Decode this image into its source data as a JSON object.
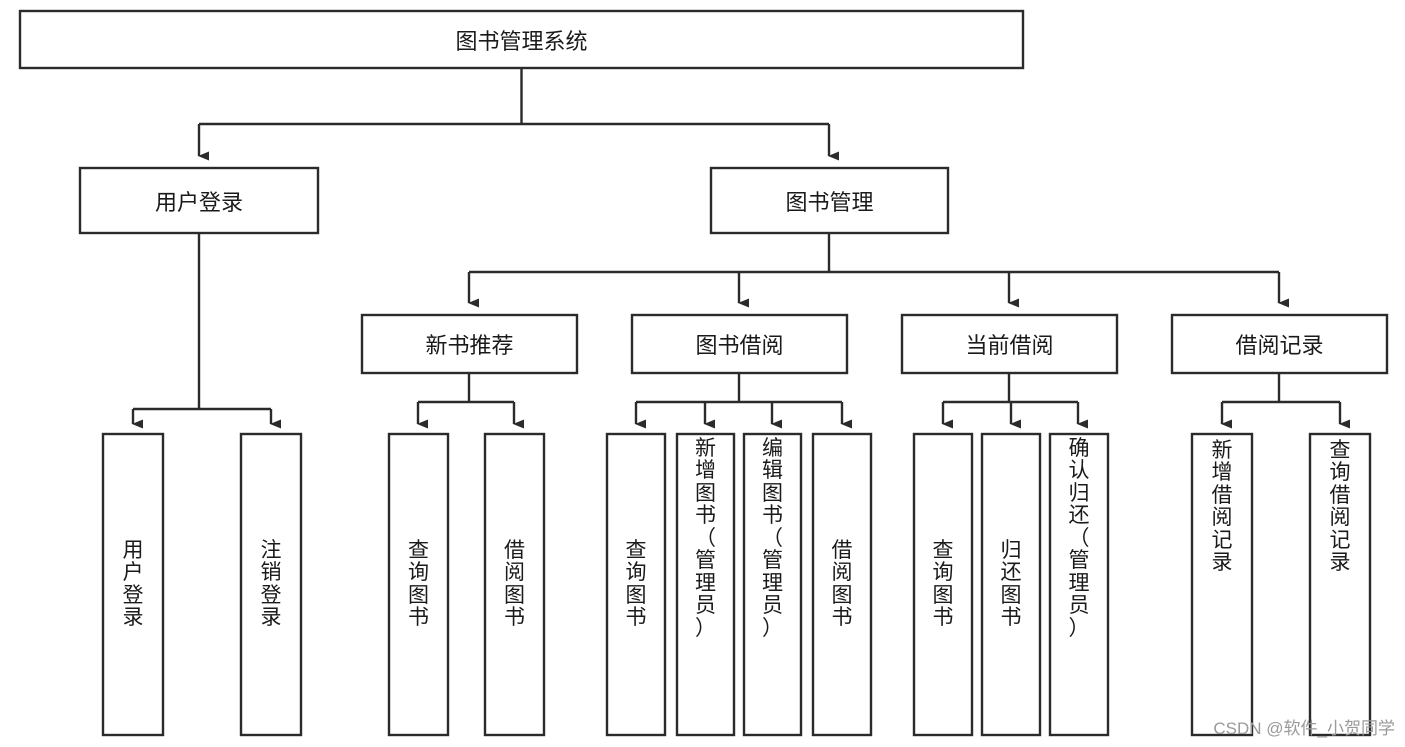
{
  "diagram": {
    "type": "tree-hierarchy-chart",
    "title": "图书管理系统",
    "colors": {
      "box_fill": "#ffffff",
      "box_stroke": "#2b2b2b",
      "line": "#2b2b2b",
      "text": "#1a1a1a",
      "watermark": "#9a9a9a",
      "background": "#ffffff"
    },
    "root": {
      "label": "图书管理系统"
    },
    "level2": [
      {
        "label": "用户登录"
      },
      {
        "label": "图书管理"
      }
    ],
    "level3": [
      {
        "label": "新书推荐"
      },
      {
        "label": "图书借阅"
      },
      {
        "label": "当前借阅"
      },
      {
        "label": "借阅记录"
      }
    ],
    "leaves": {
      "user_login": [
        {
          "label": "用户登录",
          "lines": [
            "用",
            "户",
            "登",
            "录"
          ]
        },
        {
          "label": "注销登录",
          "lines": [
            "注",
            "销",
            "登",
            "录"
          ]
        }
      ],
      "new_book_recommend": [
        {
          "label": "查询图书",
          "lines": [
            "查",
            "询",
            "图",
            "书"
          ]
        },
        {
          "label": "借阅图书",
          "lines": [
            "借",
            "阅",
            "图",
            "书"
          ]
        }
      ],
      "book_borrow": [
        {
          "label": "查询图书",
          "lines": [
            "查",
            "询",
            "图",
            "书"
          ]
        },
        {
          "label": "新增图书（管理员）",
          "lines": [
            "新",
            "增",
            "图",
            "书",
            "（",
            "管",
            "理",
            "员",
            "）"
          ]
        },
        {
          "label": "编辑图书（管理员）",
          "lines": [
            "编",
            "辑",
            "图",
            "书",
            "（",
            "管",
            "理",
            "员",
            "）"
          ]
        },
        {
          "label": "借阅图书",
          "lines": [
            "借",
            "阅",
            "图",
            "书"
          ]
        }
      ],
      "current_borrow": [
        {
          "label": "查询图书",
          "lines": [
            "查",
            "询",
            "图",
            "书"
          ]
        },
        {
          "label": "归还图书",
          "lines": [
            "归",
            "还",
            "图",
            "书"
          ]
        },
        {
          "label": "确认归还（管理员）",
          "lines": [
            "确",
            "认",
            "归",
            "还",
            "（",
            "管",
            "理",
            "员",
            "）"
          ]
        }
      ],
      "borrow_records": [
        {
          "label": "新增借阅记录",
          "lines": [
            "新",
            "增",
            "借",
            "阅",
            "记",
            "录"
          ]
        },
        {
          "label": "查询借阅记录",
          "lines": [
            "查",
            "询",
            "借",
            "阅",
            "记",
            "录"
          ]
        }
      ]
    },
    "watermark": "CSDN @软件_小贺同学"
  }
}
